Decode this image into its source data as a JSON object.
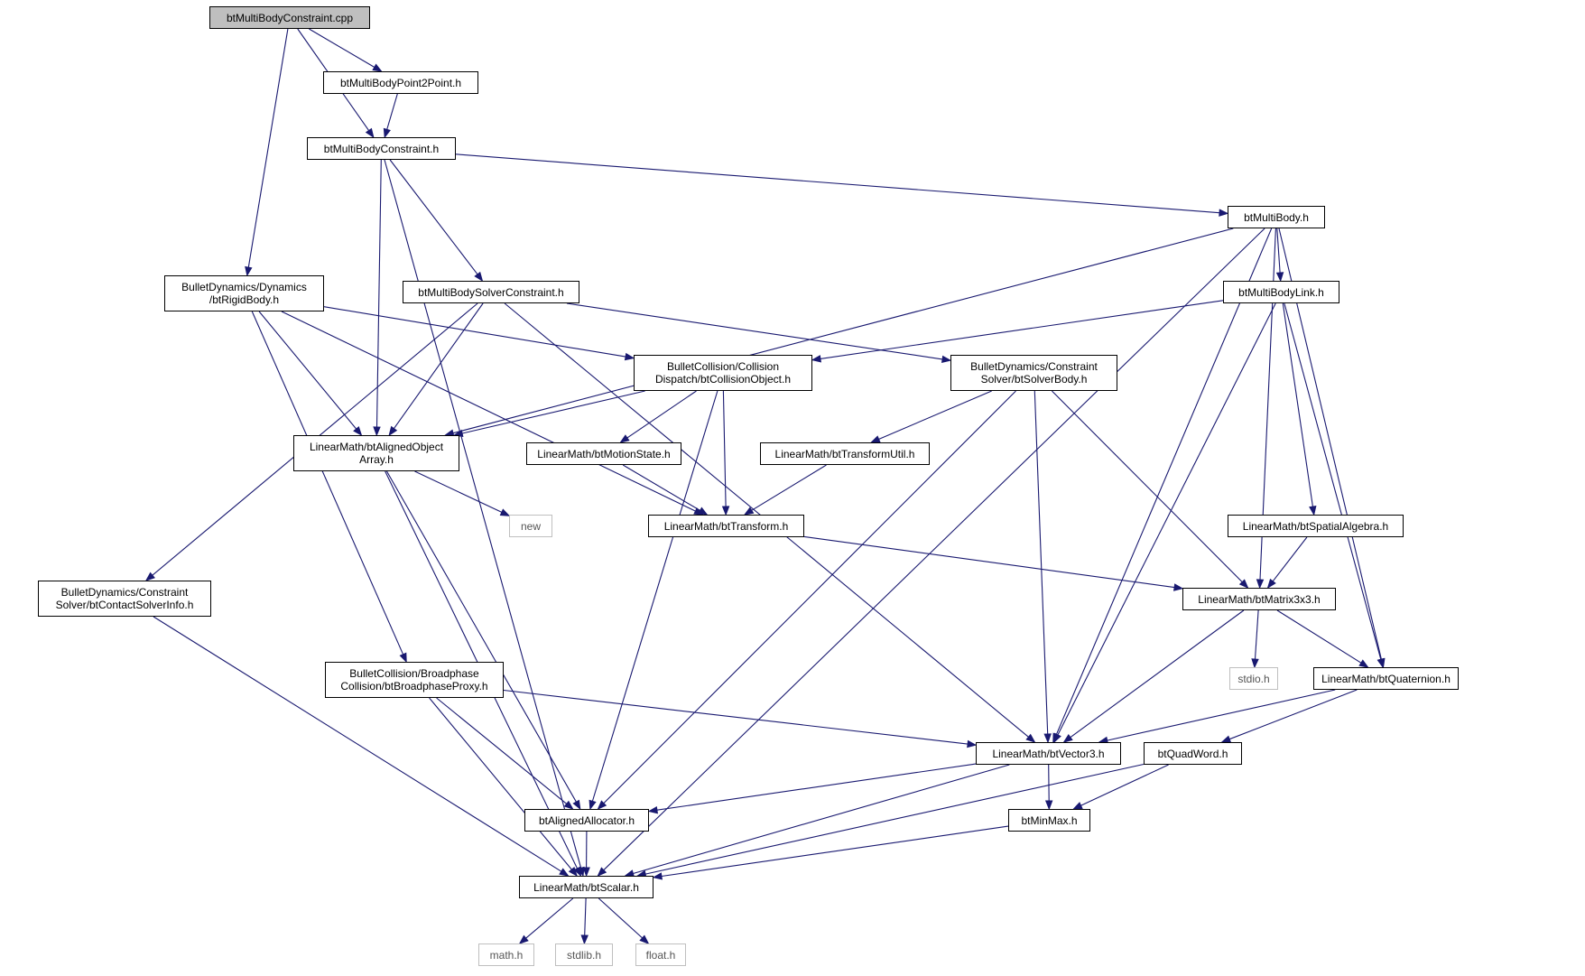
{
  "diagram": {
    "nodes": [
      {
        "id": "cpp",
        "label": "btMultiBodyConstraint.cpp",
        "kind": "root"
      },
      {
        "id": "p2p",
        "label": "btMultiBodyPoint2Point.h",
        "kind": "link"
      },
      {
        "id": "mbc",
        "label": "btMultiBodyConstraint.h",
        "kind": "link"
      },
      {
        "id": "mb",
        "label": "btMultiBody.h",
        "kind": "link"
      },
      {
        "id": "rb",
        "label": "BulletDynamics/Dynamics\n/btRigidBody.h",
        "kind": "link"
      },
      {
        "id": "mbsc",
        "label": "btMultiBodySolverConstraint.h",
        "kind": "link"
      },
      {
        "id": "mbl",
        "label": "btMultiBodyLink.h",
        "kind": "link"
      },
      {
        "id": "co",
        "label": "BulletCollision/Collision\nDispatch/btCollisionObject.h",
        "kind": "link"
      },
      {
        "id": "sb",
        "label": "BulletDynamics/Constraint\nSolver/btSolverBody.h",
        "kind": "link"
      },
      {
        "id": "aoa",
        "label": "LinearMath/btAlignedObject\nArray.h",
        "kind": "link"
      },
      {
        "id": "ms",
        "label": "LinearMath/btMotionState.h",
        "kind": "link"
      },
      {
        "id": "tu",
        "label": "LinearMath/btTransformUtil.h",
        "kind": "link"
      },
      {
        "id": "new",
        "label": "new",
        "kind": "ext"
      },
      {
        "id": "tr",
        "label": "LinearMath/btTransform.h",
        "kind": "link"
      },
      {
        "id": "sa",
        "label": "LinearMath/btSpatialAlgebra.h",
        "kind": "link"
      },
      {
        "id": "csi",
        "label": "BulletDynamics/Constraint\nSolver/btContactSolverInfo.h",
        "kind": "link"
      },
      {
        "id": "m33",
        "label": "LinearMath/btMatrix3x3.h",
        "kind": "link"
      },
      {
        "id": "stdio",
        "label": "stdio.h",
        "kind": "ext"
      },
      {
        "id": "quat",
        "label": "LinearMath/btQuaternion.h",
        "kind": "link"
      },
      {
        "id": "bp",
        "label": "BulletCollision/Broadphase\nCollision/btBroadphaseProxy.h",
        "kind": "link"
      },
      {
        "id": "v3",
        "label": "LinearMath/btVector3.h",
        "kind": "link"
      },
      {
        "id": "qw",
        "label": "btQuadWord.h",
        "kind": "link"
      },
      {
        "id": "aa",
        "label": "btAlignedAllocator.h",
        "kind": "link"
      },
      {
        "id": "mm",
        "label": "btMinMax.h",
        "kind": "link"
      },
      {
        "id": "sc",
        "label": "LinearMath/btScalar.h",
        "kind": "link"
      },
      {
        "id": "math",
        "label": "math.h",
        "kind": "ext"
      },
      {
        "id": "stdlib",
        "label": "stdlib.h",
        "kind": "ext"
      },
      {
        "id": "float",
        "label": "float.h",
        "kind": "ext"
      }
    ],
    "edges": [
      [
        "cpp",
        "p2p"
      ],
      [
        "cpp",
        "mbc"
      ],
      [
        "cpp",
        "rb"
      ],
      [
        "p2p",
        "mbc"
      ],
      [
        "mbc",
        "mb"
      ],
      [
        "mbc",
        "mbsc"
      ],
      [
        "mbc",
        "aoa"
      ],
      [
        "mbc",
        "sc"
      ],
      [
        "mb",
        "mbl"
      ],
      [
        "mb",
        "aoa"
      ],
      [
        "mb",
        "v3"
      ],
      [
        "mb",
        "m33"
      ],
      [
        "mb",
        "quat"
      ],
      [
        "mb",
        "sc"
      ],
      [
        "rb",
        "co"
      ],
      [
        "rb",
        "aoa"
      ],
      [
        "rb",
        "tr"
      ],
      [
        "rb",
        "bp"
      ],
      [
        "mbsc",
        "sb"
      ],
      [
        "mbsc",
        "aoa"
      ],
      [
        "mbsc",
        "csi"
      ],
      [
        "mbsc",
        "v3"
      ],
      [
        "mbl",
        "co"
      ],
      [
        "mbl",
        "v3"
      ],
      [
        "mbl",
        "sa"
      ],
      [
        "mbl",
        "quat"
      ],
      [
        "co",
        "aoa"
      ],
      [
        "co",
        "ms"
      ],
      [
        "co",
        "tr"
      ],
      [
        "co",
        "aa"
      ],
      [
        "sb",
        "tu"
      ],
      [
        "sb",
        "aa"
      ],
      [
        "sb",
        "v3"
      ],
      [
        "sb",
        "m33"
      ],
      [
        "aoa",
        "new"
      ],
      [
        "aoa",
        "aa"
      ],
      [
        "aoa",
        "sc"
      ],
      [
        "ms",
        "tr"
      ],
      [
        "tu",
        "tr"
      ],
      [
        "tr",
        "m33"
      ],
      [
        "sa",
        "m33"
      ],
      [
        "m33",
        "stdio"
      ],
      [
        "m33",
        "quat"
      ],
      [
        "m33",
        "v3"
      ],
      [
        "quat",
        "v3"
      ],
      [
        "quat",
        "qw"
      ],
      [
        "csi",
        "sc"
      ],
      [
        "bp",
        "v3"
      ],
      [
        "bp",
        "aa"
      ],
      [
        "bp",
        "sc"
      ],
      [
        "v3",
        "aa"
      ],
      [
        "v3",
        "mm"
      ],
      [
        "v3",
        "sc"
      ],
      [
        "qw",
        "mm"
      ],
      [
        "qw",
        "sc"
      ],
      [
        "aa",
        "sc"
      ],
      [
        "mm",
        "sc"
      ],
      [
        "sc",
        "math"
      ],
      [
        "sc",
        "stdlib"
      ],
      [
        "sc",
        "float"
      ]
    ]
  }
}
